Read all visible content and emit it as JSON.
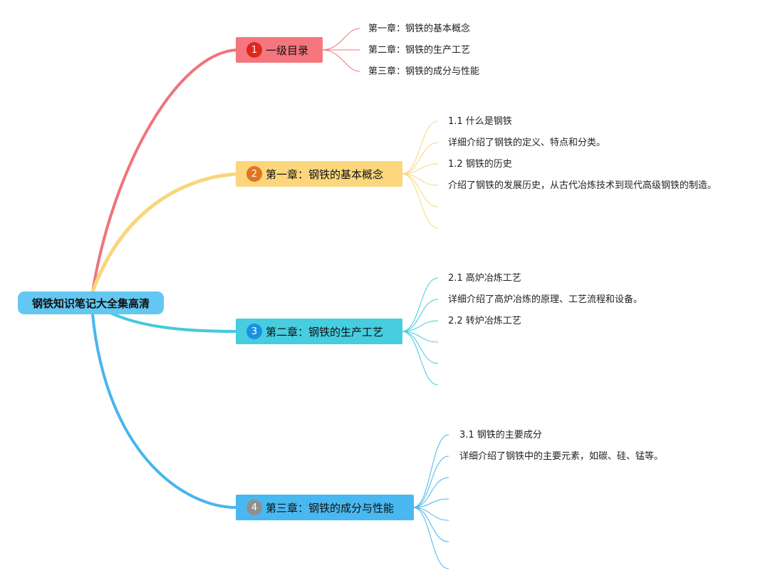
{
  "root": {
    "label": "钢铁知识笔记大全集高清"
  },
  "branches": [
    {
      "badge": "1",
      "label": "一级目录",
      "color": "#f0737b",
      "fill": "#f6767e",
      "badge_color": "#e0261e",
      "leaves": [
        "第一章：钢铁的基本概念",
        "第二章：钢铁的生产工艺",
        "第三章：钢铁的成分与性能"
      ]
    },
    {
      "badge": "2",
      "label": "第一章：钢铁的基本概念",
      "color": "#f8d77b",
      "fill": "#fbd67c",
      "badge_color": "#e3741f",
      "leaves": [
        "1.1 什么是钢铁",
        "详细介绍了钢铁的定义、特点和分类。",
        "1.2 钢铁的历史",
        "介绍了钢铁的发展历史，从古代冶炼技术到现代高级钢铁的制造。",
        "",
        ""
      ]
    },
    {
      "badge": "3",
      "label": "第二章：钢铁的生产工艺",
      "color": "#45c9dc",
      "fill": "#46cde0",
      "badge_color": "#1d8fe0",
      "leaves": [
        "2.1 高炉冶炼工艺",
        "详细介绍了高炉冶炼的原理、工艺流程和设备。",
        "2.2 转炉冶炼工艺",
        "",
        "",
        ""
      ]
    },
    {
      "badge": "4",
      "label": "第三章：钢铁的成分与性能",
      "color": "#48b5ee",
      "fill": "#4ab8f0",
      "badge_color": "#8f8f8f",
      "leaves": [
        "3.1 钢铁的主要成分",
        "详细介绍了钢铁中的主要元素，如碳、硅、锰等。",
        "",
        "",
        "",
        "",
        ""
      ]
    }
  ]
}
